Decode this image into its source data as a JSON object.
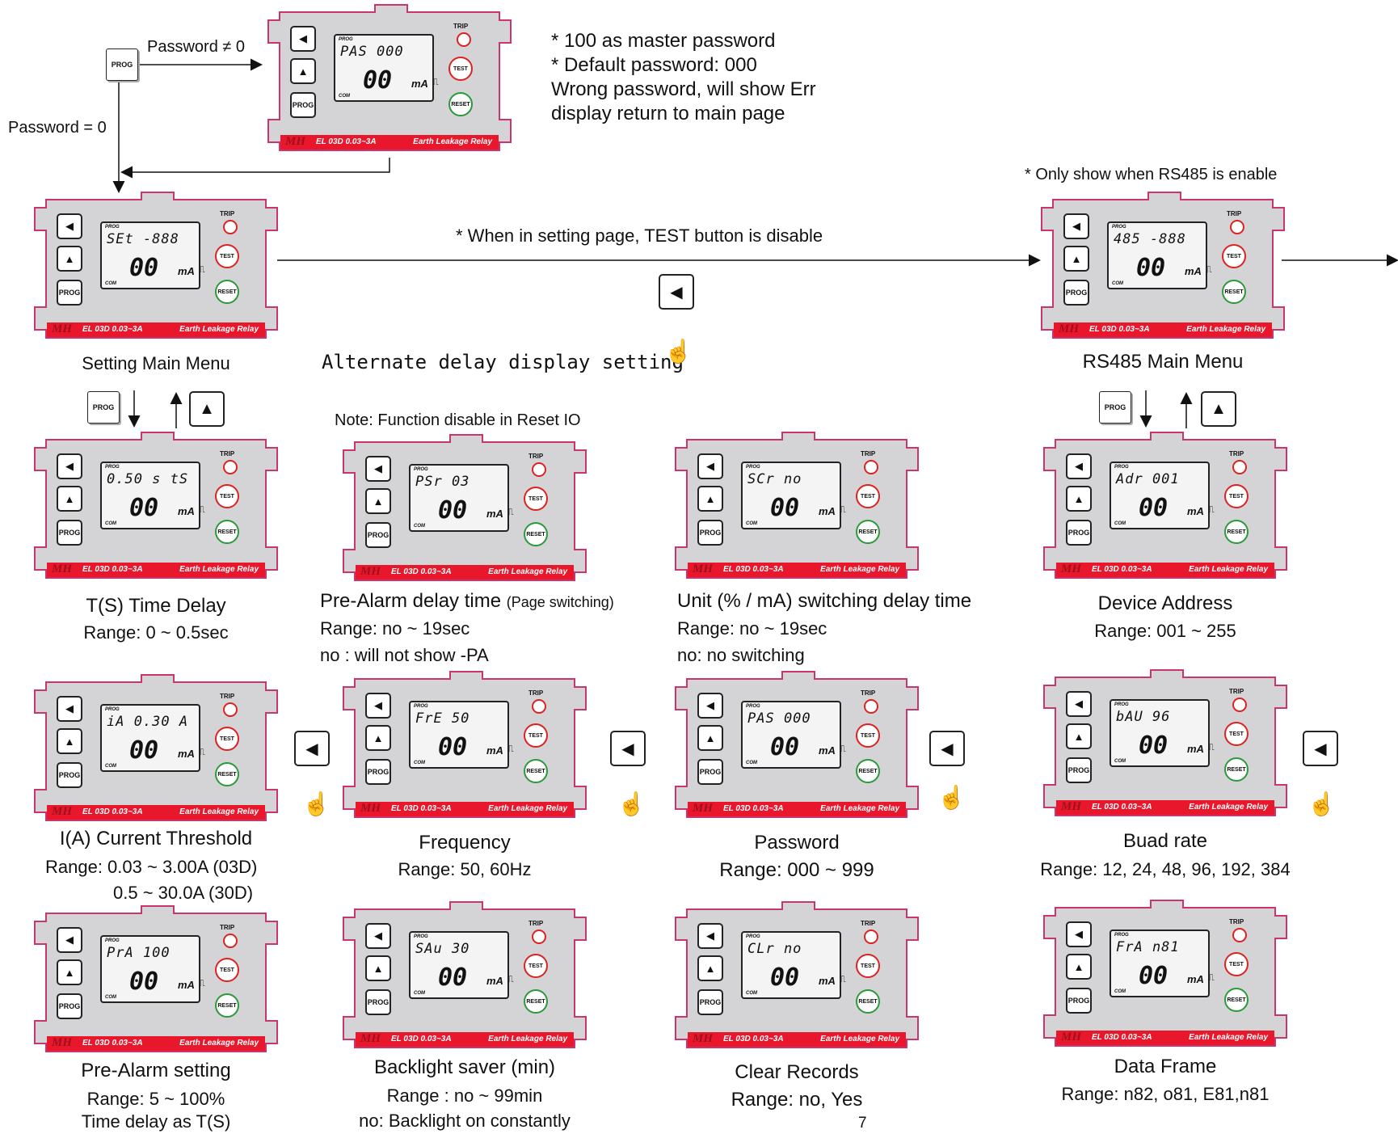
{
  "flow_labels": {
    "password_nonzero": "Password ≠ 0",
    "password_zero": "Password = 0",
    "setting_page_note": "* When in setting page, TEST button is disable",
    "rs485_note": "* Only show when RS485 is enable",
    "alternate_delay": "Alternate delay display setting",
    "reset_io_note": "Note: Function disable in Reset IO",
    "page_number": "7"
  },
  "password_notes": [
    "* 100 as master password",
    "* Default password: 000",
    "Wrong password, will show Err",
    "display return to main page"
  ],
  "device": {
    "trip": "TRIP",
    "test": "TEST",
    "reset": "RESET",
    "prog": "PROG",
    "com": "COM",
    "logo": "MH",
    "model": "EL 03D 0.03~3A",
    "name": "Earth Leakage Relay",
    "main_value": "00",
    "unit": "mA",
    "left_arrow": "◀",
    "up_arrow": "▲"
  },
  "screens": {
    "password_entry": {
      "display": "PAS  000"
    },
    "setting_main": {
      "display": "SEt  -888",
      "caption": "Setting Main Menu"
    },
    "rs485_main": {
      "display": "485  -888",
      "caption": "RS485 Main Menu"
    },
    "time_delay": {
      "display": "0.50 s  tS",
      "caption": "T(S) Time Delay",
      "range": "Range: 0 ~ 0.5sec"
    },
    "pre_alarm_delay": {
      "display": "PSr   03",
      "caption": "Pre-Alarm delay time",
      "caption_small": "(Page switching)",
      "range": "Range: no ~ 19sec",
      "note": "no : will not show -PA"
    },
    "unit_switching": {
      "display": "SCr   no",
      "caption": "Unit (% / mA) switching delay time",
      "range": "Range: no ~ 19sec",
      "note": "no: no switching"
    },
    "device_address": {
      "display": "Adr  001",
      "caption": "Device Address",
      "range": "Range: 001 ~ 255"
    },
    "current_threshold": {
      "display": "iA   0.30 A",
      "caption": "I(A) Current Threshold",
      "range": "Range: 0.03 ~ 3.00A (03D)",
      "range2": "0.5 ~ 30.0A (30D)"
    },
    "frequency": {
      "display": "FrE   50",
      "caption": "Frequency",
      "range": "Range: 50, 60Hz"
    },
    "password": {
      "display": "PAS  000",
      "caption": "Password",
      "range": "Range: 000 ~ 999"
    },
    "baud_rate": {
      "display": "bAU   96",
      "caption": "Buad rate",
      "range": "Range: 12, 24, 48, 96, 192, 384"
    },
    "pre_alarm": {
      "display": "PrA  100",
      "caption": "Pre-Alarm setting",
      "range": "Range: 5 ~ 100%",
      "note": "Time delay as T(S)"
    },
    "backlight": {
      "display": "SAu   30",
      "caption": "Backlight saver (min)",
      "range": "Range : no ~ 99min",
      "note": "no: Backlight on constantly"
    },
    "clear_records": {
      "display": "CLr   no",
      "caption": "Clear Records",
      "range": "Range: no, Yes"
    },
    "data_frame": {
      "display": "FrA  n81",
      "caption": "Data Frame",
      "range": "Range: n82, o81, E81,n81"
    }
  },
  "colors": {
    "border": "#c8356f",
    "red_bar": "#e8172c",
    "reset_green": "#2a9a3a",
    "panel": "#d4d4d6"
  }
}
